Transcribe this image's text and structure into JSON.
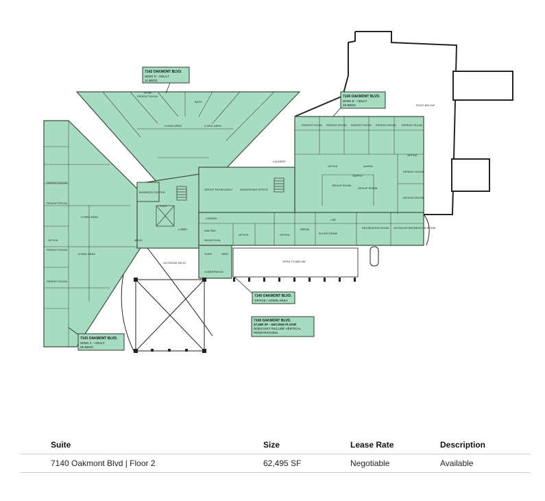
{
  "callouts": {
    "wing_d": {
      "line1": "7142 OAKMONT BLVD.",
      "line2": "WING D - ADULT",
      "line3": "11 BEDS"
    },
    "wing_e": {
      "line1": "7140 OAKMONT BLVD.",
      "line2": "WING E - ADULT",
      "line3": "28 BEDS"
    },
    "wing_c": {
      "line1": "7143 OAKMONT BLVD.",
      "line2": "WING C - ADULT",
      "line3": "25 BEDS"
    },
    "admin": {
      "line1": "7140 OAKMONT BLVD.",
      "line2": "OFFICE / ADMIN AREA"
    },
    "second_floor": {
      "line1": "7140 OAKMONT BLVD.",
      "line2": "47,559 SF - SECOND FLOOR",
      "line3": "DOES NOT INCLUDE VERTICAL",
      "line4": "PENETRATIONS"
    }
  },
  "plan_labels": {
    "roof_below": "ROOF BELOW",
    "open_to_below": "OPEN TO BELOW",
    "outdoor_patio": "OUTDOOR PATIO",
    "lobby": "LOBBY",
    "laundry": "LAUNDRY",
    "living_area": "LIVING AREA",
    "patient_room": "PATIENT ROOM",
    "office": "OFFICE",
    "group_room": "GROUP ROOM",
    "business_center": "BUSINESS CENTER",
    "conference": "CONFERENCE",
    "reception": "RECEPTION",
    "waiting": "WAITING",
    "nurse": "NURSE",
    "supply": "SUPPLY",
    "elev": "ELEV",
    "meds": "MEDS",
    "group_room_adult": "GROUP ROOM ADULT",
    "admissions_office": "ADMISSIONS OFFICE",
    "recreation_room": "RECREATION ROOM",
    "outdoor_recreation": "OUTDOOR RECREATION ROOM",
    "blood_draw": "BLOOD DRAW",
    "lab": "LAB",
    "stor": "STOR",
    "bath": "BATH",
    "lounge": "LOUNGE",
    "break": "BREAK",
    "vent": "VENT",
    "conf": "CONF"
  },
  "table": {
    "headers": {
      "suite": "Suite",
      "size": "Size",
      "lease_rate": "Lease Rate",
      "description": "Description"
    },
    "rows": [
      {
        "suite": "7140 Oakmont Blvd | Floor 2",
        "size": "62,495 SF",
        "lease_rate": "Negotiable",
        "description": "Available"
      }
    ]
  },
  "colors": {
    "room_fill": "#a7dcc0",
    "wall": "#3c4a42",
    "callout_fill": "#a7dcc0",
    "callout_border": "#2f3b34"
  }
}
